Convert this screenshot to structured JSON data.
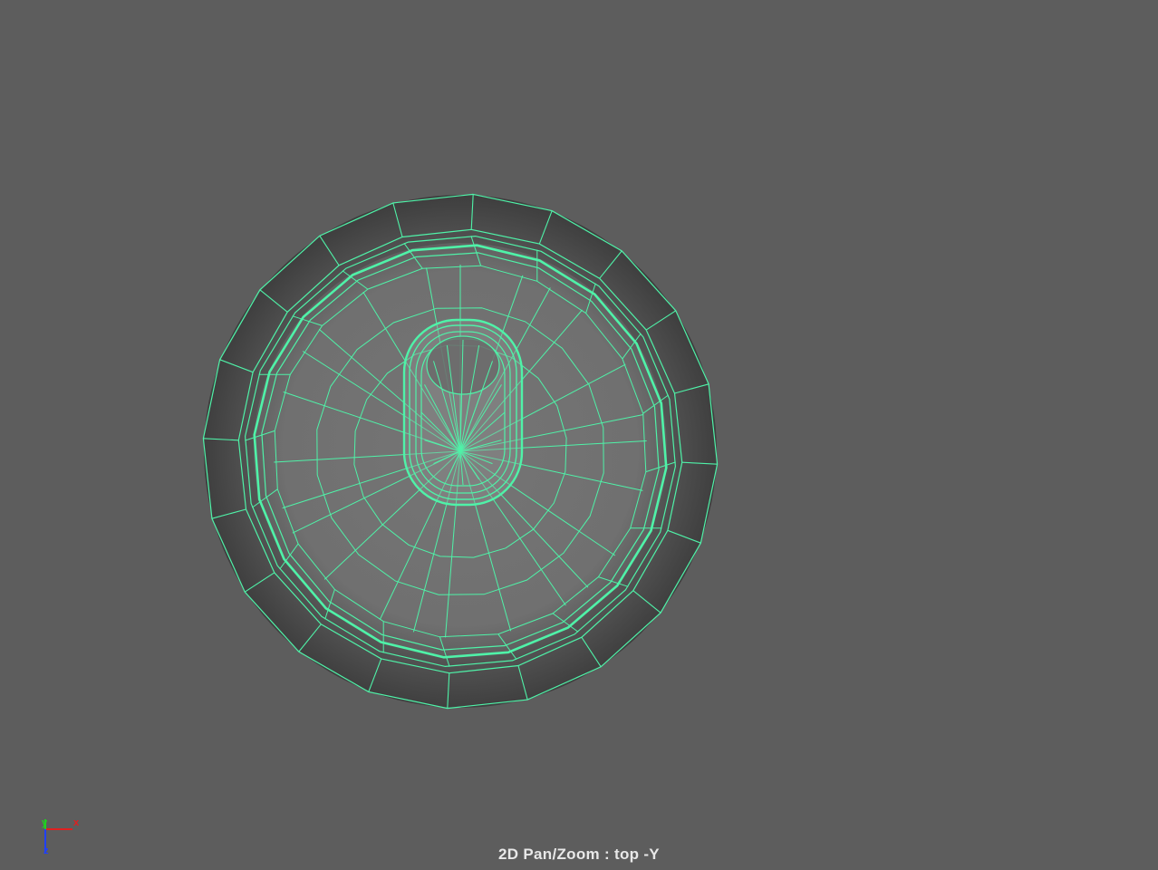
{
  "viewport": {
    "background": "#5d5d5d",
    "wire_color": "#4ff2a8",
    "mesh_name": "wireframe-mesh",
    "status_text": "2D Pan/Zoom : top -Y"
  },
  "axis_gizmo": {
    "x_label": "x",
    "y_label": "y",
    "z_label": "z",
    "x_color": "#e02020",
    "y_color": "#20d020",
    "z_color": "#2040ff"
  }
}
